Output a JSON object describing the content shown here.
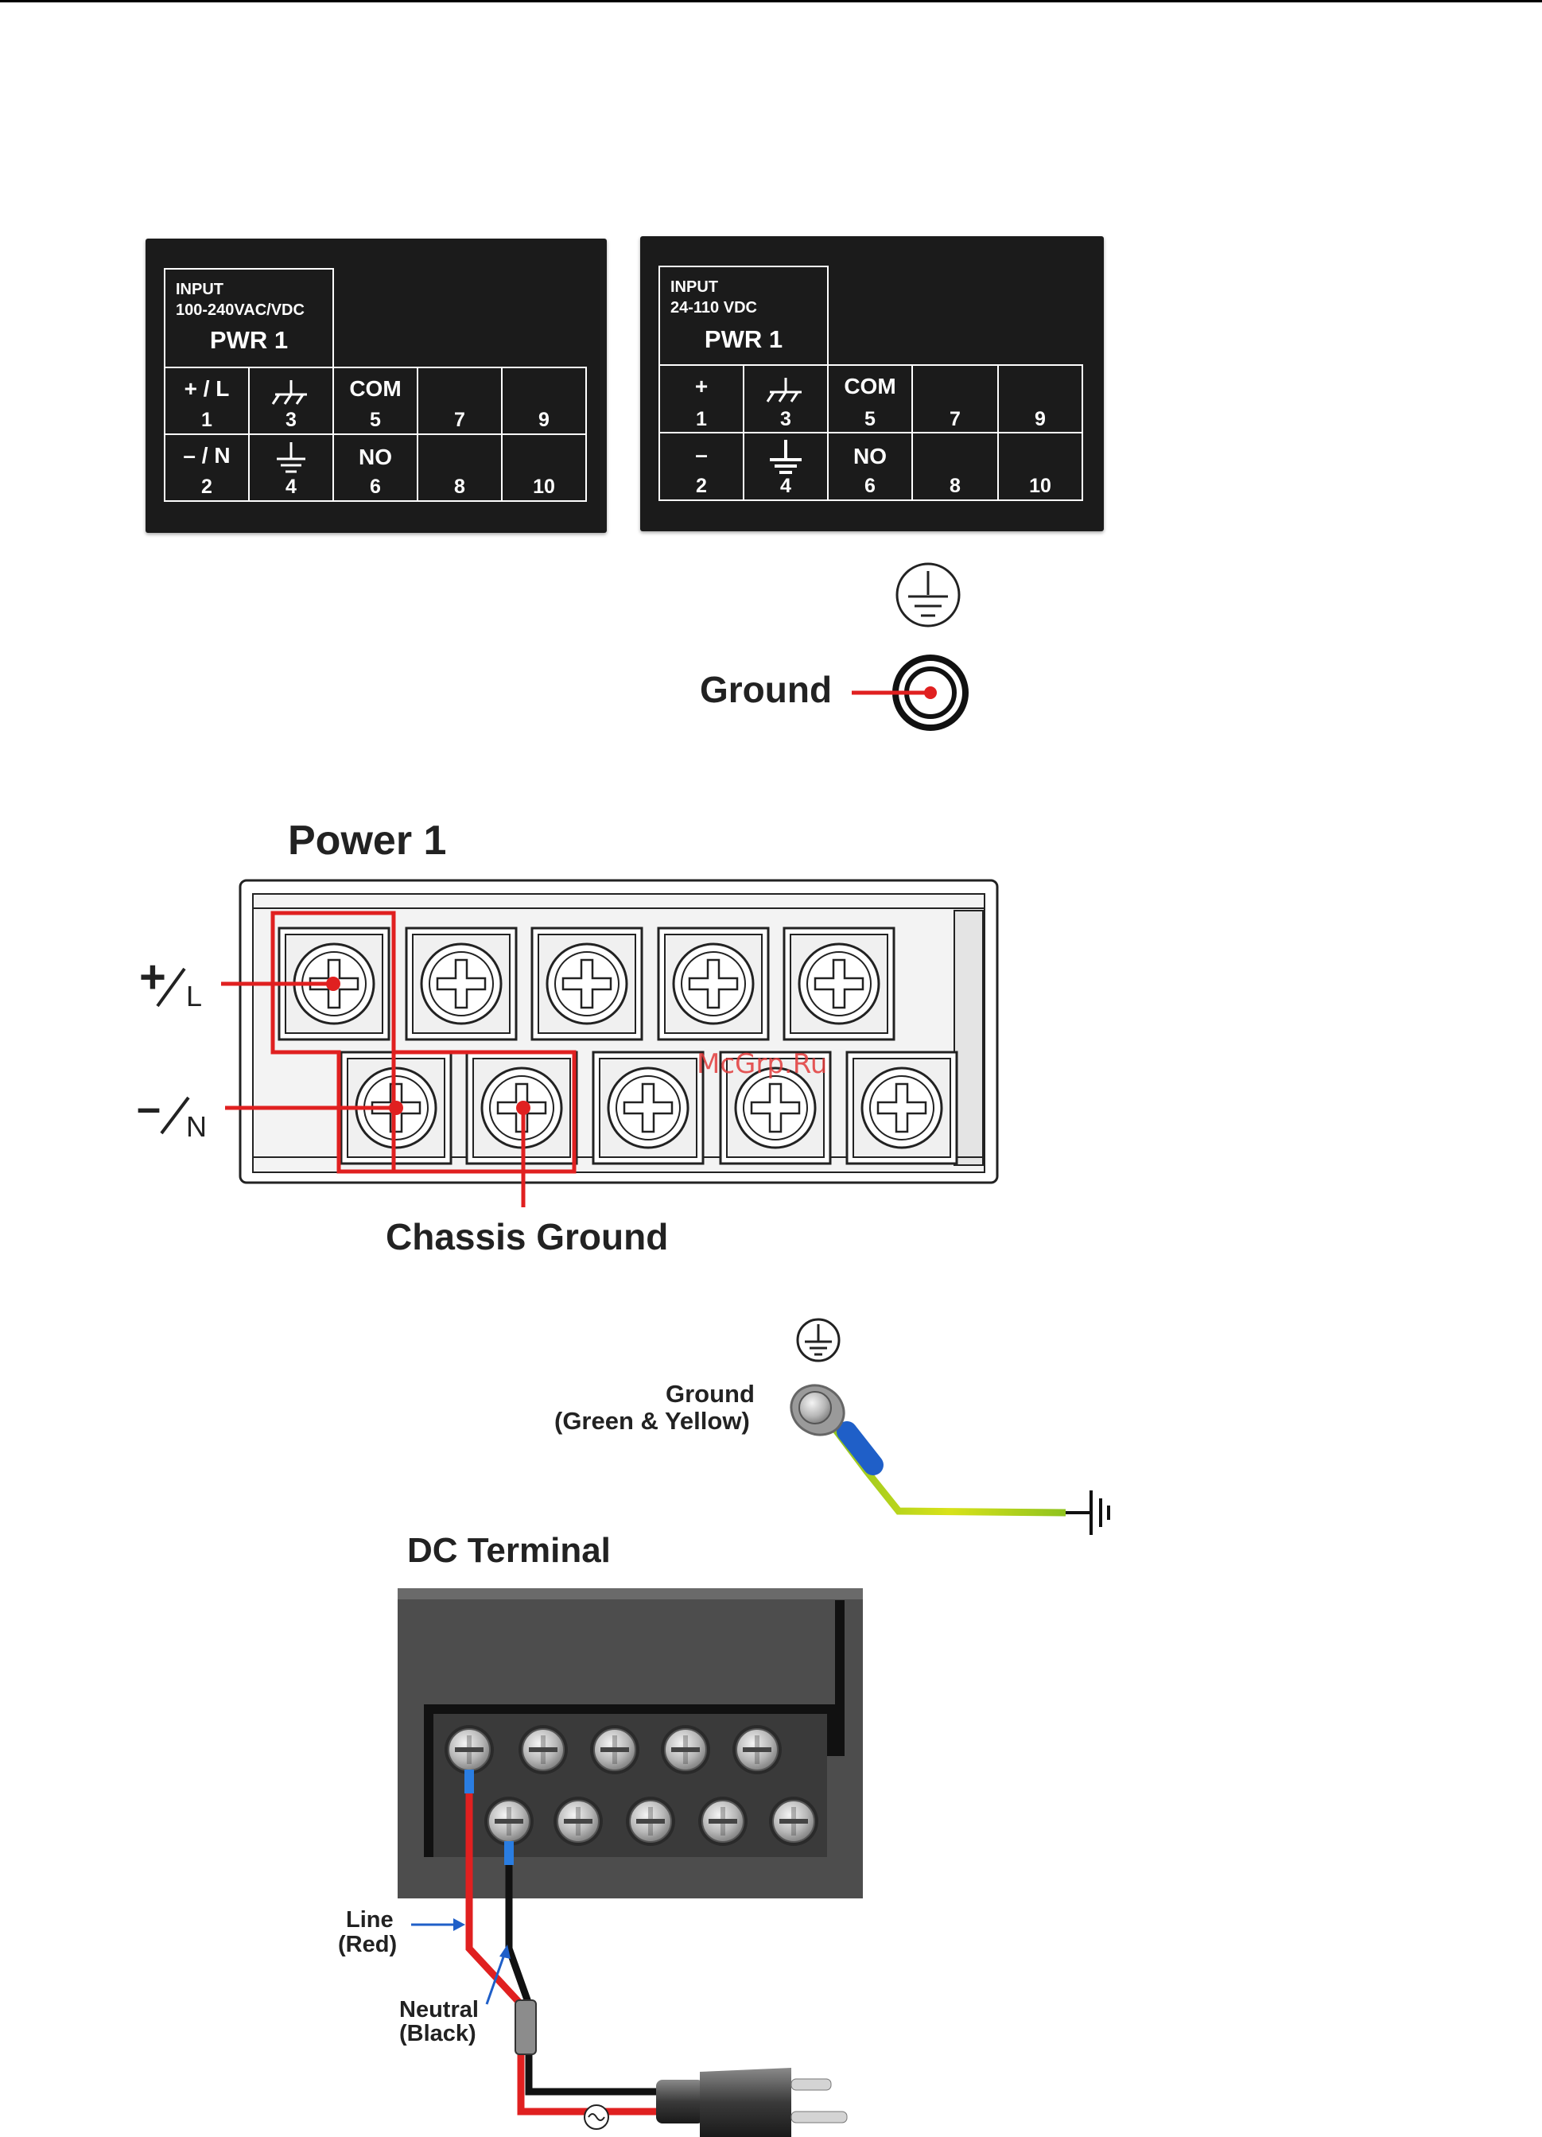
{
  "panels": [
    {
      "input_label": "INPUT",
      "input_range": "100-240VAC/VDC",
      "name": "PWR 1",
      "top_row": [
        {
          "label": "+ / L",
          "num": "1"
        },
        {
          "label": "",
          "num": "3",
          "icon": "chassis-ground-icon"
        },
        {
          "label": "COM",
          "num": "5"
        },
        {
          "label": "",
          "num": "7"
        },
        {
          "label": "",
          "num": "9"
        }
      ],
      "bottom_row": [
        {
          "label": "– / N",
          "num": "2"
        },
        {
          "label": "",
          "num": "4",
          "icon": "earth-ground-icon"
        },
        {
          "label": "NO",
          "num": "6"
        },
        {
          "label": "",
          "num": "8"
        },
        {
          "label": "",
          "num": "10"
        }
      ]
    },
    {
      "input_label": "INPUT",
      "input_range": "24-110 VDC",
      "name": "PWR 1",
      "top_row": [
        {
          "label": "+",
          "num": "1"
        },
        {
          "label": "",
          "num": "3",
          "icon": "chassis-ground-icon"
        },
        {
          "label": "COM",
          "num": "5"
        },
        {
          "label": "",
          "num": "7"
        },
        {
          "label": "",
          "num": "9"
        }
      ],
      "bottom_row": [
        {
          "label": "–",
          "num": "2"
        },
        {
          "label": "",
          "num": "4",
          "icon": "earth-ground-icon"
        },
        {
          "label": "NO",
          "num": "6"
        },
        {
          "label": "",
          "num": "8"
        },
        {
          "label": "",
          "num": "10"
        }
      ]
    }
  ],
  "ground_callout": "Ground",
  "power_block": {
    "title": "Power 1",
    "plus_symbol": "+",
    "plus_sub": "L",
    "minus_symbol": "–",
    "minus_sub": "N",
    "chassis_label": "Chassis Ground"
  },
  "watermark": "McGrp.Ru",
  "wiring": {
    "ground_label_1": "Ground",
    "ground_label_2": "(Green & Yellow)",
    "dc_title": "DC Terminal",
    "line_label_1": "Line",
    "line_label_2": "(Red)",
    "neutral_label_1": "Neutral",
    "neutral_label_2": "(Black)"
  },
  "colors": {
    "panel_bg": "#1b1b1b",
    "red_wire": "#e02020",
    "black_wire": "#111111",
    "blue_arrow": "#1f5fc8",
    "green_yellow": "#9acd32",
    "terminal_box": "#4a4a4a"
  }
}
